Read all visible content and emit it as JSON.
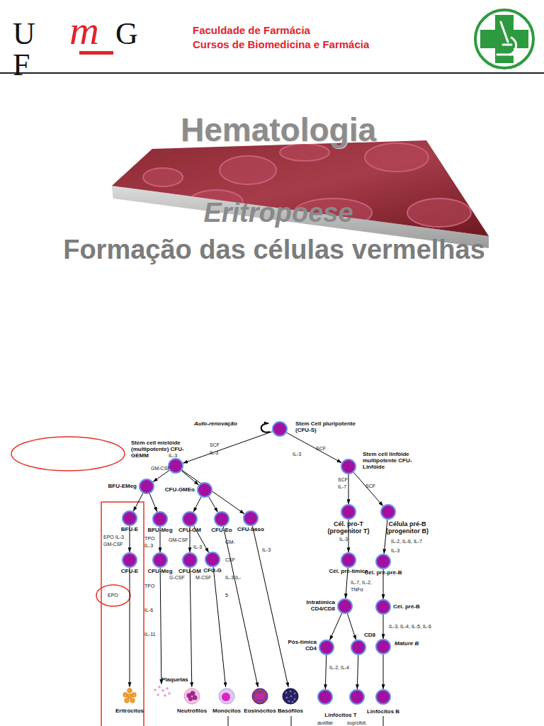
{
  "diagram": {
    "title": "Hematologia",
    "nodes": [
      {
        "text": [
          "Stem Cell pluripotente (CFU-S)"
        ]
      },
      {
        "text": [
          "Stem cell mielóide (multipotente) CFU-GEMM"
        ]
      },
      {
        "text": [
          "Stem cell linfóide multipotente CFU-Linfóide"
        ]
      },
      {
        "text": [
          "BFU-EMeg"
        ]
      },
      {
        "text": [
          "CFU-GMEo"
        ]
      },
      {
        "text": [
          "BFU-E"
        ]
      },
      {
        "text": [
          "BFU-Meg"
        ]
      },
      {
        "text": [
          "CFU-GM"
        ]
      },
      {
        "text": [
          "CFU-Eo"
        ]
      },
      {
        "text": [
          "CFU-baso"
        ]
      },
      {
        "text": [
          "CFU-E"
        ]
      },
      {
        "text": [
          "CFU-Meg"
        ]
      },
      {
        "text": [
          "CFU-GM"
        ]
      },
      {
        "text": [
          "CFU-G"
        ]
      },
      {
        "text": [
          "Cél. pro-T (progenitor T)"
        ]
      },
      {
        "text": [
          "Célula pré-B (progenitor B)"
        ]
      },
      {
        "text": [
          "Cél. pré-tímica"
        ]
      },
      {
        "text": [
          "Cél. pré-pré-B"
        ]
      },
      {
        "text": [
          "Intratímica CD4/CD8"
        ]
      },
      {
        "text": [
          "Cél. pré-B"
        ]
      },
      {
        "text": [
          "Pós-tímica CD4"
        ]
      },
      {
        "text": [
          "CD8"
        ]
      },
      {
        "text": [
          "Mature B"
        ]
      },
      {
        "text": [
          "Eritrócitos"
        ]
      },
      {
        "text": [
          "Plaquetas"
        ]
      },
      {
        "text": [
          "Neutrófilos"
        ]
      },
      {
        "text": [
          "Monócitos"
        ]
      },
      {
        "text": [
          "Eosinócitos"
        ]
      },
      {
        "text": [
          "Basófilos"
        ]
      },
      {
        "text": [
          "auxiliar"
        ]
      },
      {
        "text": [
          "sup/citot."
        ]
      },
      {
        "text": [
          "Linfócitos B"
        ]
      }
    ],
    "edges": [
      {
        "from": 0,
        "to": 1,
        "arrow": "to",
        "label": "SCF IL-3"
      },
      {
        "from": 0,
        "to": 2,
        "arrow": "to",
        "label": "SCF"
      },
      {
        "from": 1,
        "to": 3,
        "arrow": "to"
      },
      {
        "from": 1,
        "to": 4,
        "arrow": "to"
      },
      {
        "from": 1,
        "to": 9,
        "arrow": "to"
      },
      {
        "from": 3,
        "to": 5,
        "arrow": "to"
      },
      {
        "from": 3,
        "to": 6,
        "arrow": "to"
      },
      {
        "from": 4,
        "to": 7,
        "arrow": "to"
      },
      {
        "from": 4,
        "to": 8,
        "arrow": "to"
      },
      {
        "from": 5,
        "to": 10,
        "arrow": "to",
        "label": "EPO IL-3 GM-CSF"
      },
      {
        "from": 6,
        "to": 11,
        "arrow": "to",
        "label": "TPO IL-3"
      },
      {
        "from": 7,
        "to": 12,
        "arrow": "to",
        "label": "GM-CSF"
      },
      {
        "from": 7,
        "to": 13,
        "arrow": "to",
        "label": "IL-3"
      },
      {
        "from": 8,
        "to": 27,
        "arrow": "to",
        "label": "GM-CSF IL-3 IL-5"
      },
      {
        "from": 9,
        "to": 28,
        "arrow": "to",
        "label": "IL-3"
      },
      {
        "from": 10,
        "to": 23,
        "arrow": "to",
        "label": "EPO"
      },
      {
        "from": 11,
        "to": 24,
        "arrow": "to",
        "label": "TPO IL-6 IL-11"
      },
      {
        "from": 12,
        "to": 25,
        "arrow": "to",
        "label": "G-CSF"
      },
      {
        "from": 13,
        "to": 26,
        "arrow": "to",
        "label": "M-CSF"
      },
      {
        "from": 2,
        "to": 14,
        "arrow": "to",
        "label": "SCF IL-7"
      },
      {
        "from": 2,
        "to": 15,
        "arrow": "to",
        "label": "SCF"
      },
      {
        "from": 14,
        "to": 16,
        "arrow": "to",
        "label": "IL-3"
      },
      {
        "from": 15,
        "to": 17,
        "arrow": "to",
        "label": "IL-2, IL-6, IL-7 IL-3"
      },
      {
        "from": 16,
        "to": 18,
        "arrow": "to",
        "label": "IL-7, IL-2, TNFα"
      },
      {
        "from": 17,
        "to": 19,
        "arrow": "to"
      },
      {
        "from": 18,
        "to": 20,
        "arrow": "to"
      },
      {
        "from": 18,
        "to": 21,
        "arrow": "to"
      },
      {
        "from": 19,
        "to": 22,
        "arrow": "to",
        "label": "IL-3, IL-4, IL-5, IL-6"
      },
      {
        "from": 20,
        "to": 29,
        "arrow": "to",
        "label": "IL-2, IL-4"
      },
      {
        "from": 21,
        "to": 30,
        "arrow": "to"
      },
      {
        "from": 22,
        "to": 31,
        "arrow": "to"
      }
    ],
    "labels": [
      "U F",
      "m",
      "G",
      "Faculdade de Farmácia",
      "Cursos de Biomedicina e Farmácia",
      "Eritropoese",
      "Formação das células vermelhas",
      "Auto-renovação",
      "IL-3",
      "GM-CSF",
      "IL-3",
      "Linfócitos T"
    ]
  }
}
